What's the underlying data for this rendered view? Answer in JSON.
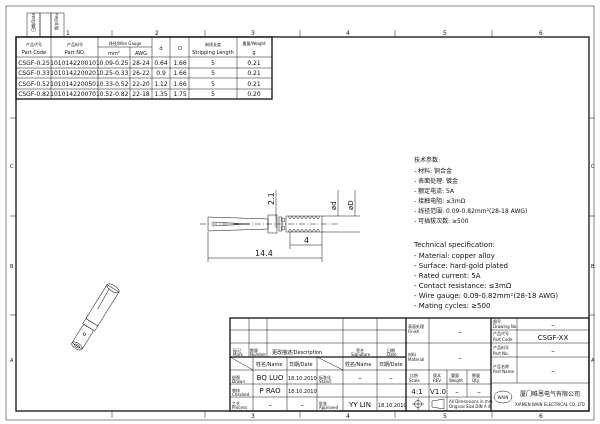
{
  "parts_table": {
    "headers": {
      "part_code": [
        "产品代号",
        "Part Code"
      ],
      "part_no": [
        "产品料号",
        "Part NO."
      ],
      "wire_gauge": "线径/Wire Gauge",
      "mm2": "mm²",
      "awg": "AWG",
      "d": "d",
      "D": "D",
      "stripping": [
        "剥线长度",
        "Stripping Length"
      ],
      "weight": [
        "重量/Weight",
        "g"
      ]
    },
    "rows": [
      [
        "CSGF-0.25",
        "1010142200101",
        "0.09-0.25",
        "28-24",
        "0.64",
        "1.66",
        "5",
        "0.21"
      ],
      [
        "CSGF-0.33",
        "1010142200201",
        "0.25-0.33",
        "26-22",
        "0.9",
        "1.66",
        "5",
        "0.21"
      ],
      [
        "CSGF-0.52",
        "1010142200501",
        "0.33-0.52",
        "22-20",
        "1.12",
        "1.66",
        "5",
        "0.21"
      ],
      [
        "CSGF-0.82",
        "1010142200701",
        "0.52-0.82",
        "22-18",
        "1.35",
        "1.75",
        "5",
        "0.20"
      ]
    ]
  },
  "revision_boxes": [
    "日期/Date",
    "版本/Rev."
  ],
  "grid_columns": [
    "1",
    "2",
    "3",
    "4",
    "5",
    "6"
  ],
  "grid_rows": [
    "C",
    "B",
    "A"
  ],
  "dimensions": {
    "length": "14.4",
    "strip": "4",
    "diameter_small": "2.1",
    "d": "ød",
    "D": "øD"
  },
  "spec_cn": {
    "title": "技术参数:",
    "items": [
      "- 材料: 铜合金",
      "- 表面处理: 镀金",
      "- 额定电流: 5A",
      "- 接触电阻: ≤3mΩ",
      "- 线径范围: 0.09-0.82mm²(28-18 AWG)",
      "- 可插拔次数: ≥500"
    ]
  },
  "spec_en": {
    "title": "Technical specification:",
    "items": [
      "- Material: copper alloy",
      "- Surface: hard-gold plated",
      "- Rated current: 5A",
      "- Contact resistance: ≤3mΩ",
      "- Wire gauge: 0.09-0.82mm²(28-18 AWG)",
      "- Mating cycles: ≥500"
    ]
  },
  "title_block": {
    "mark": [
      "标记",
      "Mark"
    ],
    "number": [
      "数量",
      "Number"
    ],
    "description": "更改描述/Description",
    "signature": [
      "签名",
      "Signature"
    ],
    "date": [
      "日期",
      "Date"
    ],
    "name_h": "姓名/Name",
    "date_h": "日期/Date",
    "drawn": [
      "绘图",
      "Drawn"
    ],
    "drawn_name": "BQ LUO",
    "drawn_date": "18.10.2010",
    "stand": [
      "标准化",
      "Stand."
    ],
    "stand_name": "–",
    "stand_date": "–",
    "checked": [
      "审核",
      "Checked"
    ],
    "checked_name": "P RAO",
    "checked_date": "18.10.2010",
    "process": [
      "工艺",
      "Process"
    ],
    "process_name": "–",
    "process_date": "–",
    "approved": [
      "批准",
      "Approved"
    ],
    "approved_name": "YY LIN",
    "approved_date": "18.10.2010",
    "finish": [
      "表面处理",
      "Finish"
    ],
    "finish_value": "–",
    "material": [
      "材料",
      "Material"
    ],
    "material_value": "–",
    "scale": [
      "比例",
      "Scale"
    ],
    "scale_value": "4:1",
    "rev": [
      "版本",
      "REV."
    ],
    "rev_value": "V1.0",
    "weight": [
      "重量",
      "Weight"
    ],
    "weight_value": "–",
    "qty": [
      "数量",
      "Qty."
    ],
    "qty_value": "–",
    "units_note": [
      "All Dimensions in mm",
      "Original Size DIN A 4"
    ],
    "drawing_no": [
      "图号",
      "Drawing No."
    ],
    "drawing_no_value": "–",
    "part_code": [
      "产品代号",
      "Part Code"
    ],
    "part_code_value": "CSGF-XX",
    "part_no": [
      "产品料号",
      "Part No."
    ],
    "part_no_value": "–",
    "part_name": [
      "产品名称",
      "Part Name"
    ],
    "part_name_value": "–",
    "company_cn": "厦门唯恩电气有限公司",
    "company_en": "XIAMEN WAIN ELECTRICAL CO.,LTD",
    "logo_text": "WAIN"
  }
}
